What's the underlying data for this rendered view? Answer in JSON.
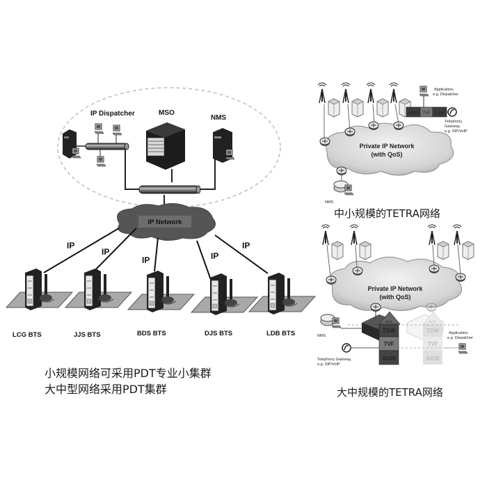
{
  "left_diagram": {
    "core_nodes": {
      "ip_dispatcher": "IP Dispatcher",
      "mso": "MSO",
      "nms": "NMS"
    },
    "network_label": "IP Network",
    "link_label": "IP",
    "bts_sites": [
      {
        "label": "LCG BTS"
      },
      {
        "label": "JJS BTS"
      },
      {
        "label": "BDS BTS"
      },
      {
        "label": "DJS BTS"
      },
      {
        "label": "LDB BTS"
      }
    ],
    "caption_lines": [
      "小规模网络可采用PDT专业小集群",
      "大中型网络采用PDT集群"
    ]
  },
  "top_right_diagram": {
    "network_label_line1": "Private IP Network",
    "network_label_line2": "(with QoS)",
    "gateways": [
      "AGW",
      "TVF",
      "TGW"
    ],
    "application_line1": "Application,",
    "application_line2": "e.g. Dispatcher",
    "telephony_line1": "Telephony",
    "telephony_line2": "Gateway,",
    "telephony_line3": "e.g. SIP/VoIP",
    "nms_label": "NMS",
    "caption": "中小规模的TETRA网络"
  },
  "bottom_right_diagram": {
    "network_label_line1": "Private IP Network",
    "network_label_line2": "(with QoS)",
    "stack_top_label": "BCP",
    "gateways": [
      "TGW",
      "TVF",
      "AGW"
    ],
    "application_line1": "Application,",
    "application_line2": "e.g. Dispatcher",
    "telephony_line1": "Telephony Gateway,",
    "telephony_line2": "e.g. SIP/VoIP",
    "nms_label": "NMS",
    "caption": "大中规模的TETRA网络"
  }
}
